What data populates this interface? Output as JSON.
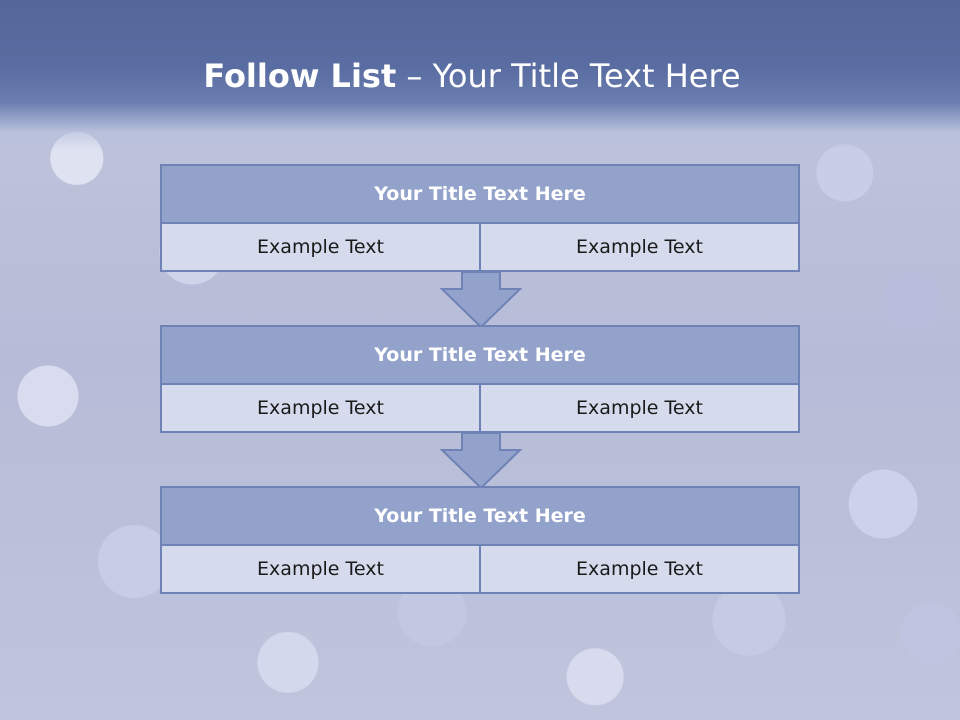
{
  "slide": {
    "title_bold": "Follow List",
    "title_rest": "– Your Title Text Here"
  },
  "steps": [
    {
      "title": "Your Title Text Here",
      "cells": [
        "Example Text",
        "Example Text"
      ]
    },
    {
      "title": "Your Title Text Here",
      "cells": [
        "Example Text",
        "Example Text"
      ]
    },
    {
      "title": "Your Title Text Here",
      "cells": [
        "Example Text",
        "Example Text"
      ]
    }
  ],
  "colors": {
    "header": "#5a6da2",
    "block_title_fill": "#93a2cb",
    "block_cell_fill": "#d5daec",
    "border": "#6e82b6"
  }
}
